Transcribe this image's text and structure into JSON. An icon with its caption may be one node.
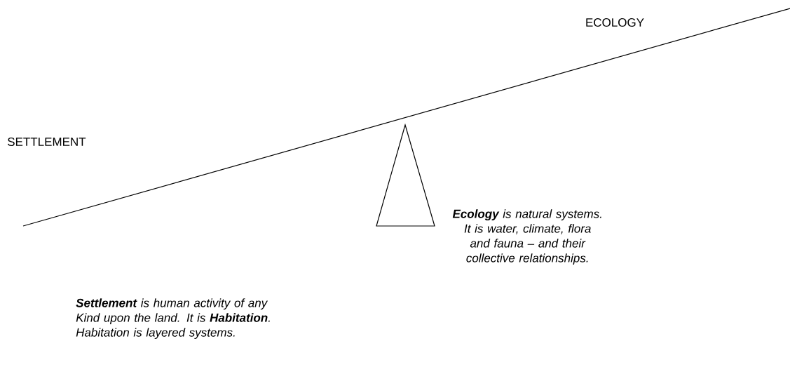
{
  "diagram": {
    "labels": [
      "ECOLOGY",
      "SETTLEMENT",
      "**Ecology** is natural systems. It is water, climate, flora and fauna – and their collective relationships.",
      "**Settlement** is human activity of any Kind upon the land. It is **Habitation**. Habitation is layered systems."
    ]
  }
}
